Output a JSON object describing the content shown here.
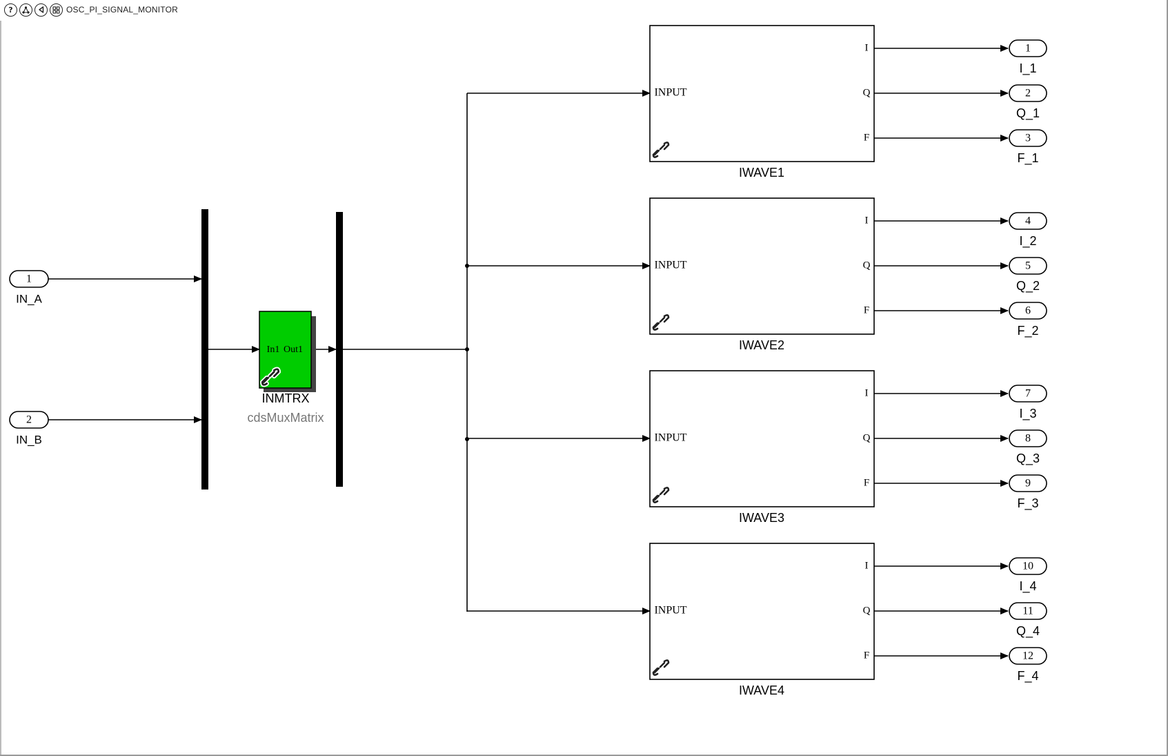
{
  "toolbar": {
    "icons": [
      "help-icon",
      "tree-icon",
      "back-icon",
      "blocks-icon"
    ],
    "help_glyph": "?",
    "model_name": "OSC_PI_SIGNAL_MONITOR"
  },
  "inports": [
    {
      "number": "1",
      "name": "IN_A"
    },
    {
      "number": "2",
      "name": "IN_B"
    }
  ],
  "subsystem": {
    "name": "INMTRX",
    "library": "cdsMuxMatrix",
    "in_label": "In1",
    "out_label": "Out1",
    "color": "#00cc00"
  },
  "waves": [
    {
      "name": "IWAVE1",
      "input_label": "INPUT",
      "out_labels": [
        "I",
        "Q",
        "F"
      ]
    },
    {
      "name": "IWAVE2",
      "input_label": "INPUT",
      "out_labels": [
        "I",
        "Q",
        "F"
      ]
    },
    {
      "name": "IWAVE3",
      "input_label": "INPUT",
      "out_labels": [
        "I",
        "Q",
        "F"
      ]
    },
    {
      "name": "IWAVE4",
      "input_label": "INPUT",
      "out_labels": [
        "I",
        "Q",
        "F"
      ]
    }
  ],
  "outports": [
    {
      "number": "1",
      "name": "I_1"
    },
    {
      "number": "2",
      "name": "Q_1"
    },
    {
      "number": "3",
      "name": "F_1"
    },
    {
      "number": "4",
      "name": "I_2"
    },
    {
      "number": "5",
      "name": "Q_2"
    },
    {
      "number": "6",
      "name": "F_2"
    },
    {
      "number": "7",
      "name": "I_3"
    },
    {
      "number": "8",
      "name": "Q_3"
    },
    {
      "number": "9",
      "name": "F_3"
    },
    {
      "number": "10",
      "name": "I_4"
    },
    {
      "number": "11",
      "name": "Q_4"
    },
    {
      "number": "12",
      "name": "F_4"
    }
  ]
}
